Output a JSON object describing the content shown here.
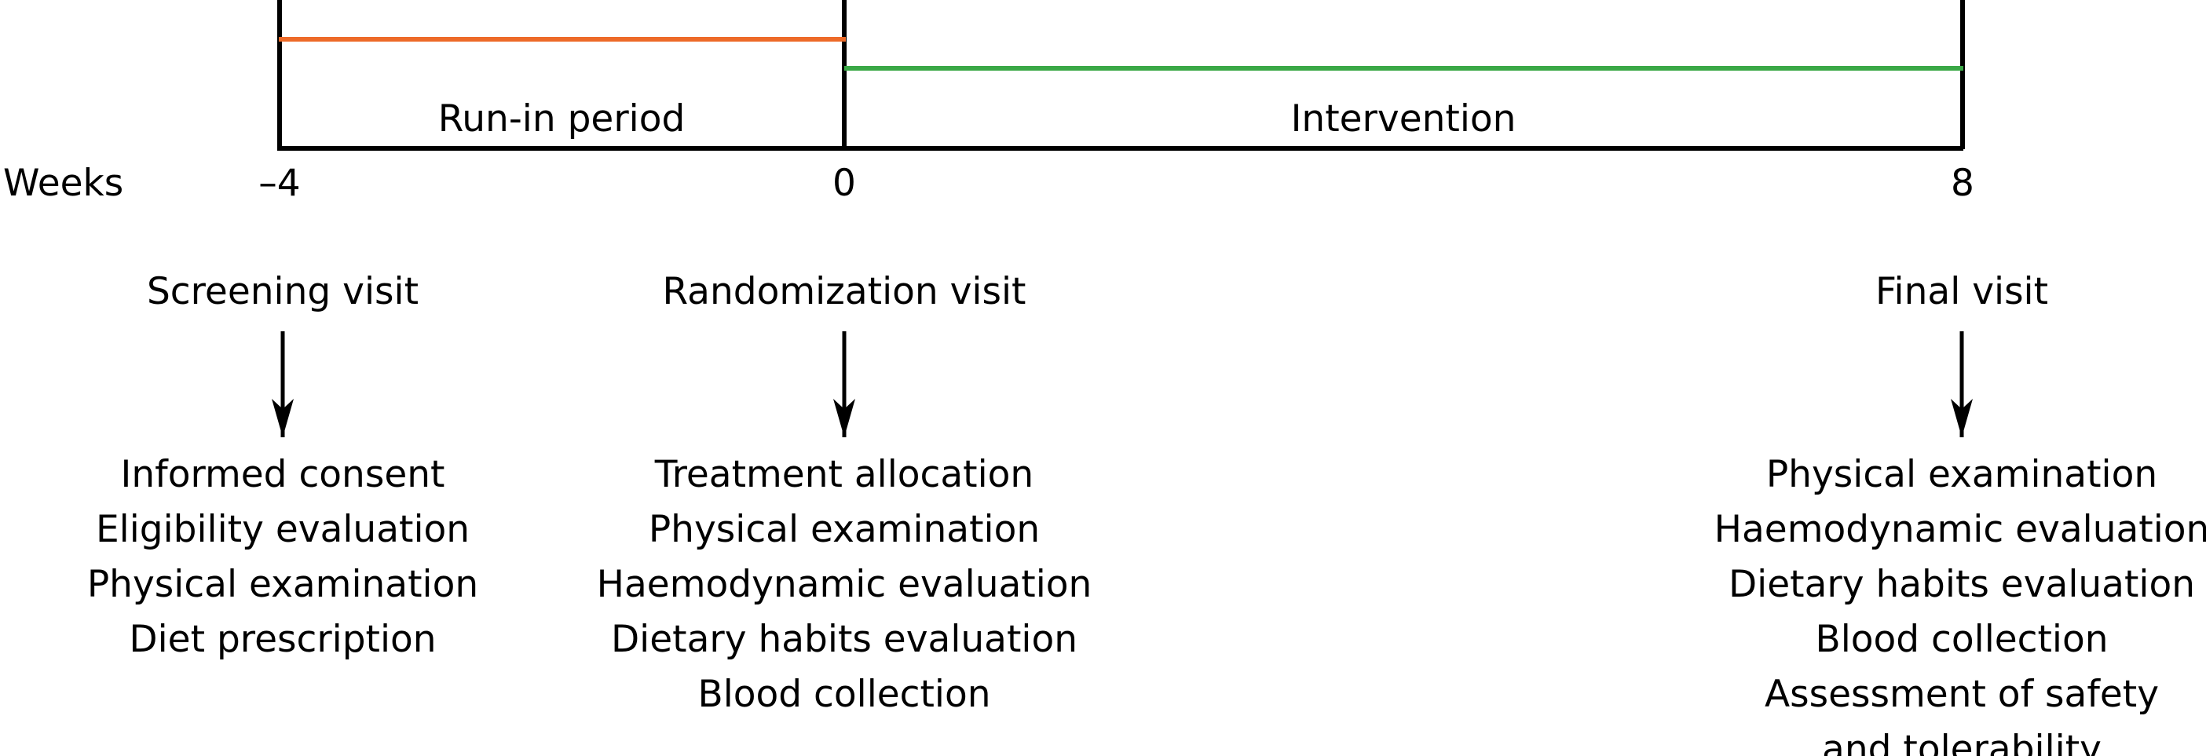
{
  "figure": {
    "type": "study-timeline-diagram",
    "colors": {
      "run_in_bar": "#ED6A28",
      "intervention_bar": "#3AA846",
      "axis": "#000000",
      "text": "#000000",
      "background": "#ffffff"
    }
  },
  "timeline": {
    "axis_caption": "Weeks",
    "tick_labels": [
      "–4",
      "0",
      "8"
    ],
    "phases": [
      {
        "label": "Run-in period",
        "start_week": -4,
        "end_week": 0,
        "color": "#ED6A28"
      },
      {
        "label": "Intervention",
        "start_week": 0,
        "end_week": 8,
        "color": "#3AA846"
      }
    ]
  },
  "visits": [
    {
      "title": "Screening visit",
      "week": -4,
      "arrow": "down-arrow-icon",
      "procedures": [
        "Informed consent",
        "Eligibility evaluation",
        "Physical examination",
        "Diet prescription"
      ]
    },
    {
      "title": "Randomization visit",
      "week": 0,
      "arrow": "down-arrow-icon",
      "procedures": [
        "Treatment allocation",
        "Physical examination",
        "Haemodynamic evaluation",
        "Dietary habits evaluation",
        "Blood collection"
      ]
    },
    {
      "title": "Final visit",
      "week": 8,
      "arrow": "down-arrow-icon",
      "procedures": [
        "Physical examination",
        "Haemodynamic evaluation",
        "Dietary habits evaluation",
        "Blood collection",
        "Assessment of safety",
        "and tolerability"
      ]
    }
  ],
  "chart_data": {
    "type": "timeline",
    "title": "",
    "xlabel": "Weeks",
    "xlim": [
      -4,
      8
    ],
    "x_ticks": [
      -4,
      0,
      8
    ],
    "x_tick_labels": [
      "–4",
      "0",
      "8"
    ],
    "grid": false,
    "legend": "none",
    "series": [
      {
        "name": "Run-in period",
        "x_start": -4,
        "x_end": 0,
        "color": "#ED6A28",
        "row": 0
      },
      {
        "name": "Intervention",
        "x_start": 0,
        "x_end": 8,
        "color": "#3AA846",
        "row": 1
      }
    ],
    "annotations": [
      {
        "label": "Screening visit",
        "x": -4
      },
      {
        "label": "Randomization visit",
        "x": 0
      },
      {
        "label": "Final visit",
        "x": 8
      }
    ]
  }
}
